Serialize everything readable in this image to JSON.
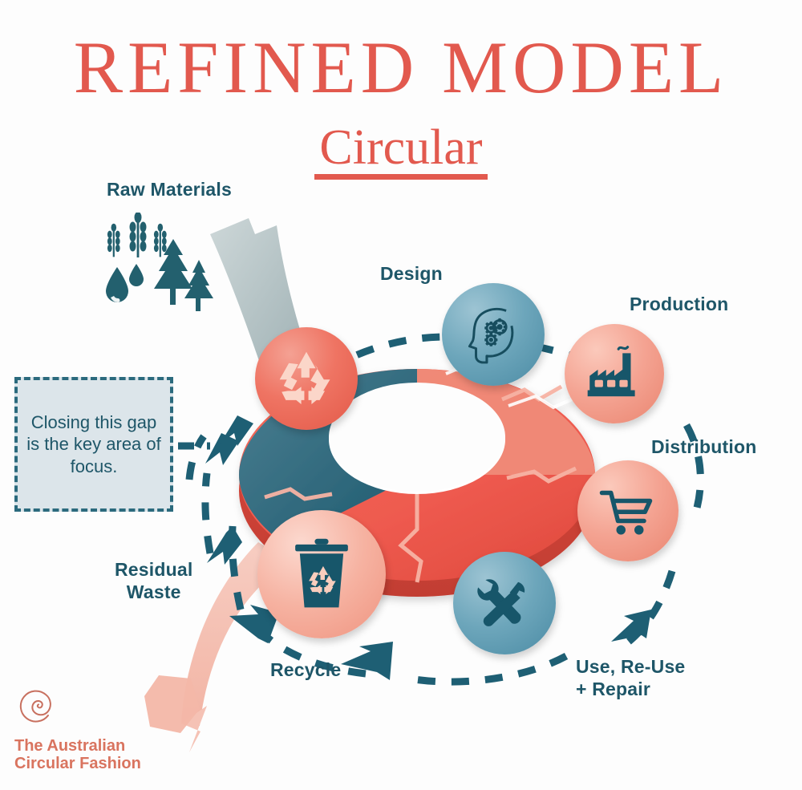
{
  "header": {
    "title": "REFINED MODEL",
    "subtitle": "Circular"
  },
  "colors": {
    "coral_title": "#E2594E",
    "teal_text": "#1E5668",
    "red_donut": "#EE5A4F",
    "teal_donut": "#2A6275",
    "pale_pink_ribbon": "#F5C0B3",
    "gray_ribbon": "#B4C2C4",
    "note_fill": "#DCE5EA",
    "note_border": "#2B6A7D",
    "logo": "#D9745F"
  },
  "note": {
    "text": "Closing this gap is the key area of focus."
  },
  "labels": {
    "raw_materials": "Raw Materials",
    "design": "Design",
    "production": "Production",
    "distribution": "Distribution",
    "use_reuse_repair": "Use, Re-Use\n+ Repair",
    "recycle": "Recycle",
    "residual_waste": "Residual\nWaste"
  },
  "nodes": [
    {
      "id": "recycle-loop",
      "label": "",
      "icon": "recycle-symbol-icon",
      "style": "red"
    },
    {
      "id": "design",
      "label": "Design",
      "icon": "head-gears-icon",
      "style": "blue"
    },
    {
      "id": "production",
      "label": "Production",
      "icon": "factory-icon",
      "style": "coral"
    },
    {
      "id": "distribution",
      "label": "Distribution",
      "icon": "shopping-cart-icon",
      "style": "coral"
    },
    {
      "id": "use-repair",
      "label": "Use, Re-Use + Repair",
      "icon": "wrench-hammer-icon",
      "style": "blue"
    },
    {
      "id": "recycle-bin",
      "label": "Recycle",
      "icon": "recycle-bin-icon",
      "style": "pink"
    }
  ],
  "raw_material_icons": [
    "wheat-icon",
    "water-drop-icon",
    "trees-icon"
  ],
  "logo": {
    "mark": "spiral-logo-icon",
    "text": "The Australian\nCircular Fashion"
  }
}
